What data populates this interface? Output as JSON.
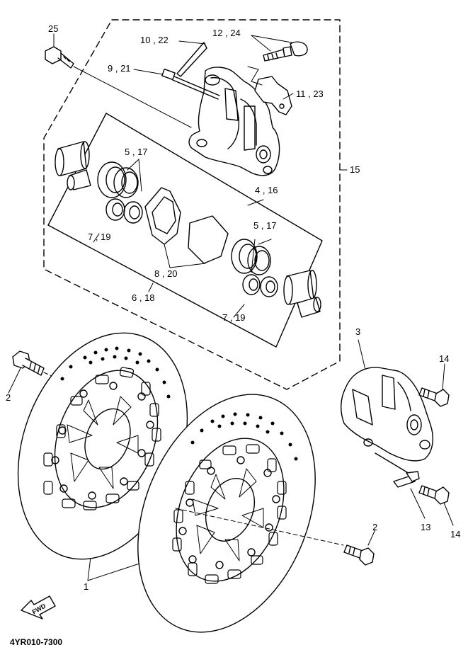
{
  "callouts": {
    "c25": "25",
    "c10_22": "10 , 22",
    "c12_24": "12 , 24",
    "c9_21": "9 , 21",
    "c11_23": "11 , 23",
    "c5_17_top": "5 , 17",
    "c15": "15",
    "c4_16": "4 , 16",
    "c5_17_right": "5 , 17",
    "c7_19_left": "7 , 19",
    "c8_20": "8 , 20",
    "c6_18": "6 , 18",
    "c7_19_bottom": "7 , 19",
    "c3": "3",
    "c14_top": "14",
    "c2_left": "2",
    "c13": "13",
    "c14_bottom": "14",
    "c2_right": "2",
    "c1": "1"
  },
  "fwd_label": "FWD",
  "diagram_code": "4YR010-7300"
}
